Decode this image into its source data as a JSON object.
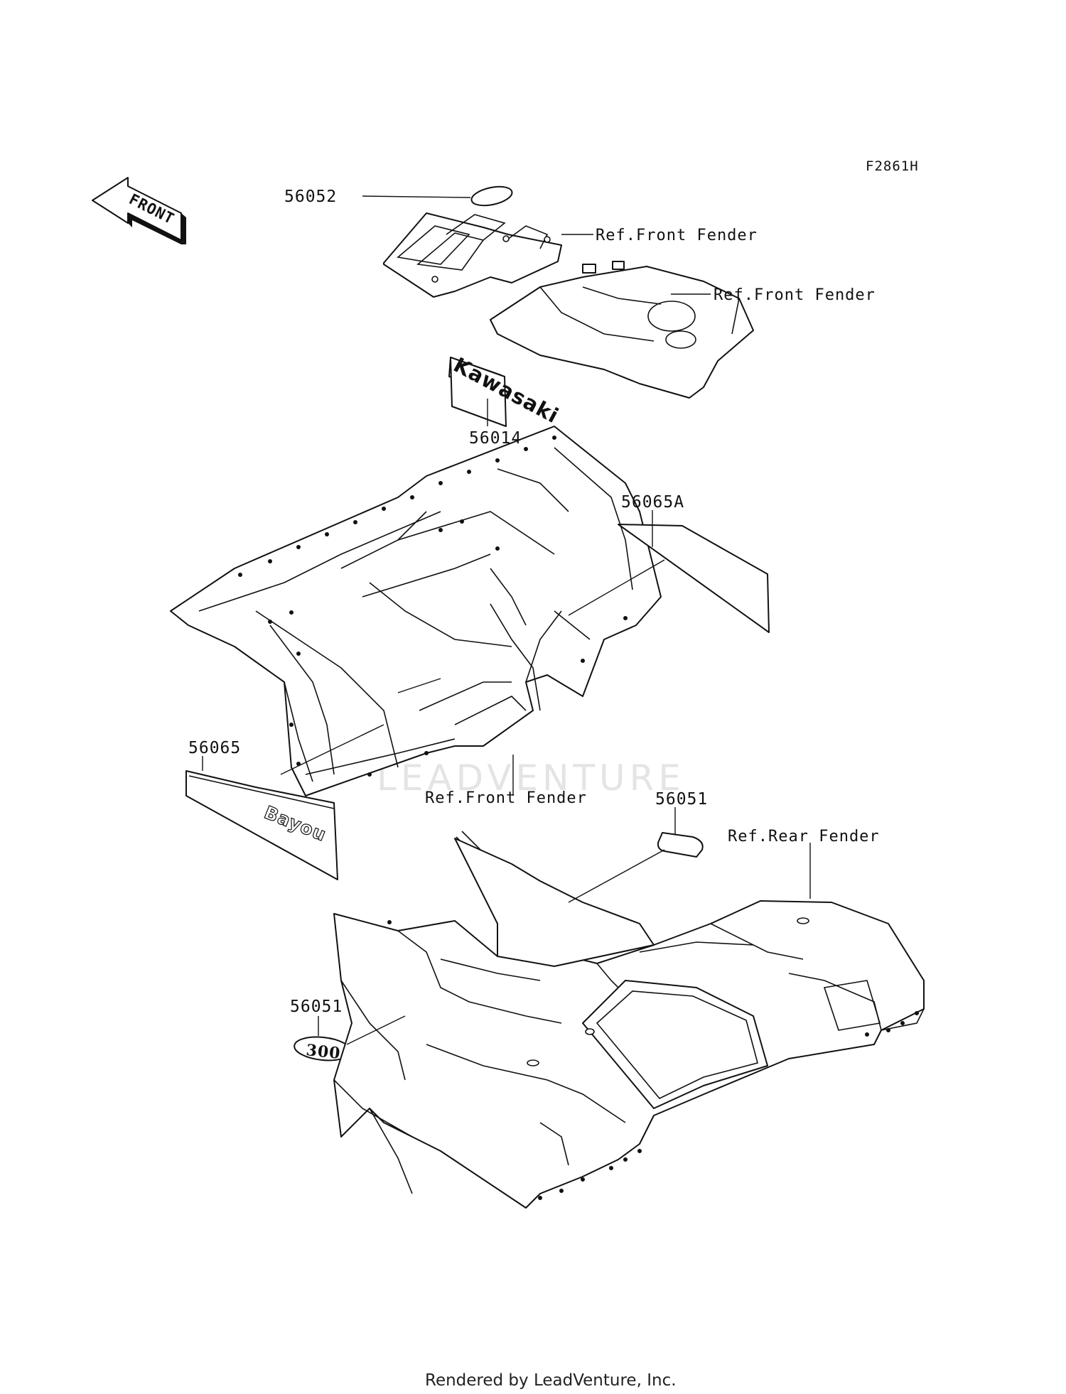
{
  "diagram_code": "F2861H",
  "front_arrow_label": "FRONT",
  "watermark": "LEADVENTURE",
  "footer": "Rendered by LeadVenture, Inc.",
  "callouts": {
    "p56052": "56052",
    "ref_front_fender_1": "Ref.Front Fender",
    "ref_front_fender_2": "Ref.Front Fender",
    "p56014": "56014",
    "p56065a": "56065A",
    "p56065": "56065",
    "ref_front_fender_3": "Ref.Front Fender",
    "p56051_top": "56051",
    "ref_rear_fender": "Ref.Rear Fender",
    "p56051_left": "56051"
  },
  "decal_text": {
    "kawasaki": "Kawasaki",
    "bayou": "Bayou",
    "emblem_300": "300"
  }
}
